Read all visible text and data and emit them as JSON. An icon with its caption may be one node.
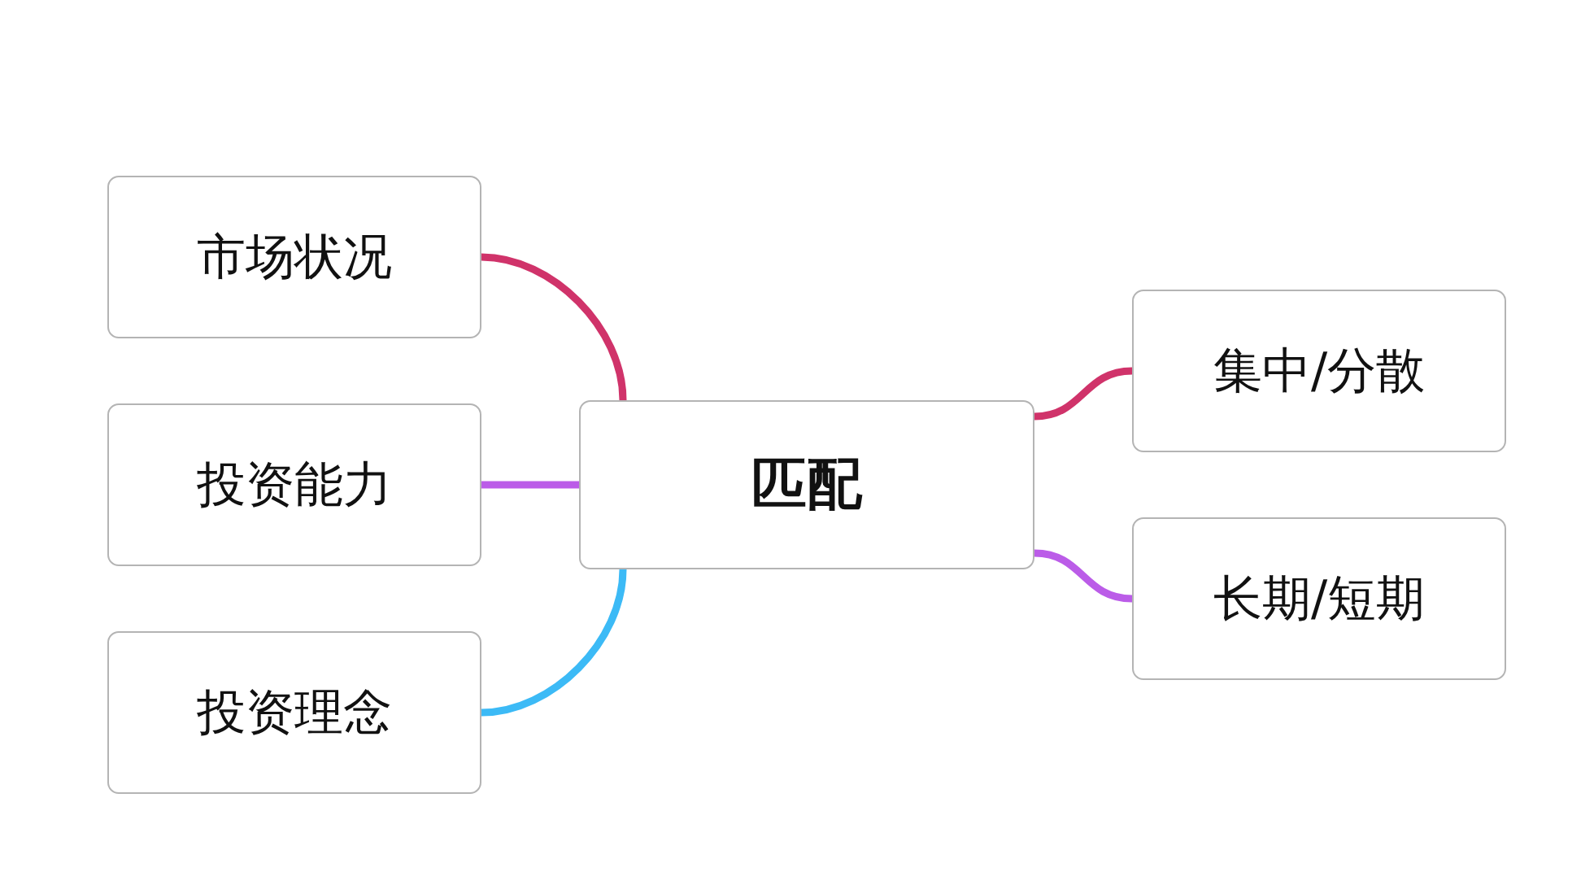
{
  "diagram": {
    "nodes": [
      {
        "text": [
          "匹配"
        ]
      },
      {
        "text": [
          "市场状况"
        ]
      },
      {
        "text": [
          "投资能力"
        ]
      },
      {
        "text": [
          "投资理念"
        ]
      },
      {
        "text": [
          "集中/分散"
        ]
      },
      {
        "text": [
          "长期/短期"
        ]
      }
    ],
    "edges": [
      {
        "from": 0,
        "to": 1,
        "arrow": "none",
        "color": "#d0336a"
      },
      {
        "from": 0,
        "to": 2,
        "arrow": "none",
        "color": "#bb5ce8"
      },
      {
        "from": 0,
        "to": 3,
        "arrow": "none",
        "color": "#3cbaf6"
      },
      {
        "from": 0,
        "to": 4,
        "arrow": "none",
        "color": "#d0336a"
      },
      {
        "from": 0,
        "to": 5,
        "arrow": "none",
        "color": "#bb5ce8"
      }
    ]
  }
}
